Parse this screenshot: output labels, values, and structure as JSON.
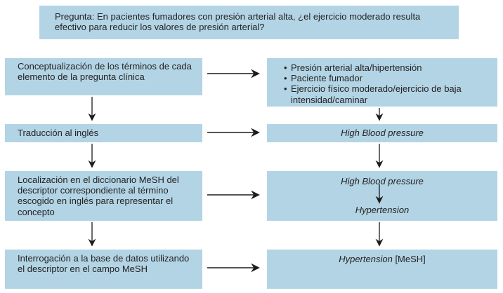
{
  "colors": {
    "box_bg": "#b3d4e5",
    "text": "#232323",
    "arrow": "#1c1c1c"
  },
  "question_box": {
    "text": "Pregunta: En pacientes fumadores con presión arterial alta, ¿el ejercicio moderado resulta efectivo para reducir los valores de presión arterial?"
  },
  "steps": [
    {
      "label": "Conceptualización de los términos de cada elemento de la pregunta clínica"
    },
    {
      "label": "Traducción al inglés"
    },
    {
      "label": "Localización en el diccionario MeSH del descriptor correspondiente al término escogido en inglés para representar el concepto"
    },
    {
      "label": "Interrogación a la base de datos utilizando el descriptor en el campo MeSH"
    }
  ],
  "results": {
    "concepts": [
      "Presión arterial alta/hipertensión",
      "Paciente fumador",
      "Ejercicio físico moderado/ejercicio de baja intensidad/caminar"
    ],
    "bullet_glyph": "•",
    "translation": "High Blood pressure",
    "mesh_lookup": {
      "from": "High Blood pressure",
      "to": "Hypertension"
    },
    "query": {
      "term": "Hypertension",
      "field": "[MeSH]"
    }
  }
}
